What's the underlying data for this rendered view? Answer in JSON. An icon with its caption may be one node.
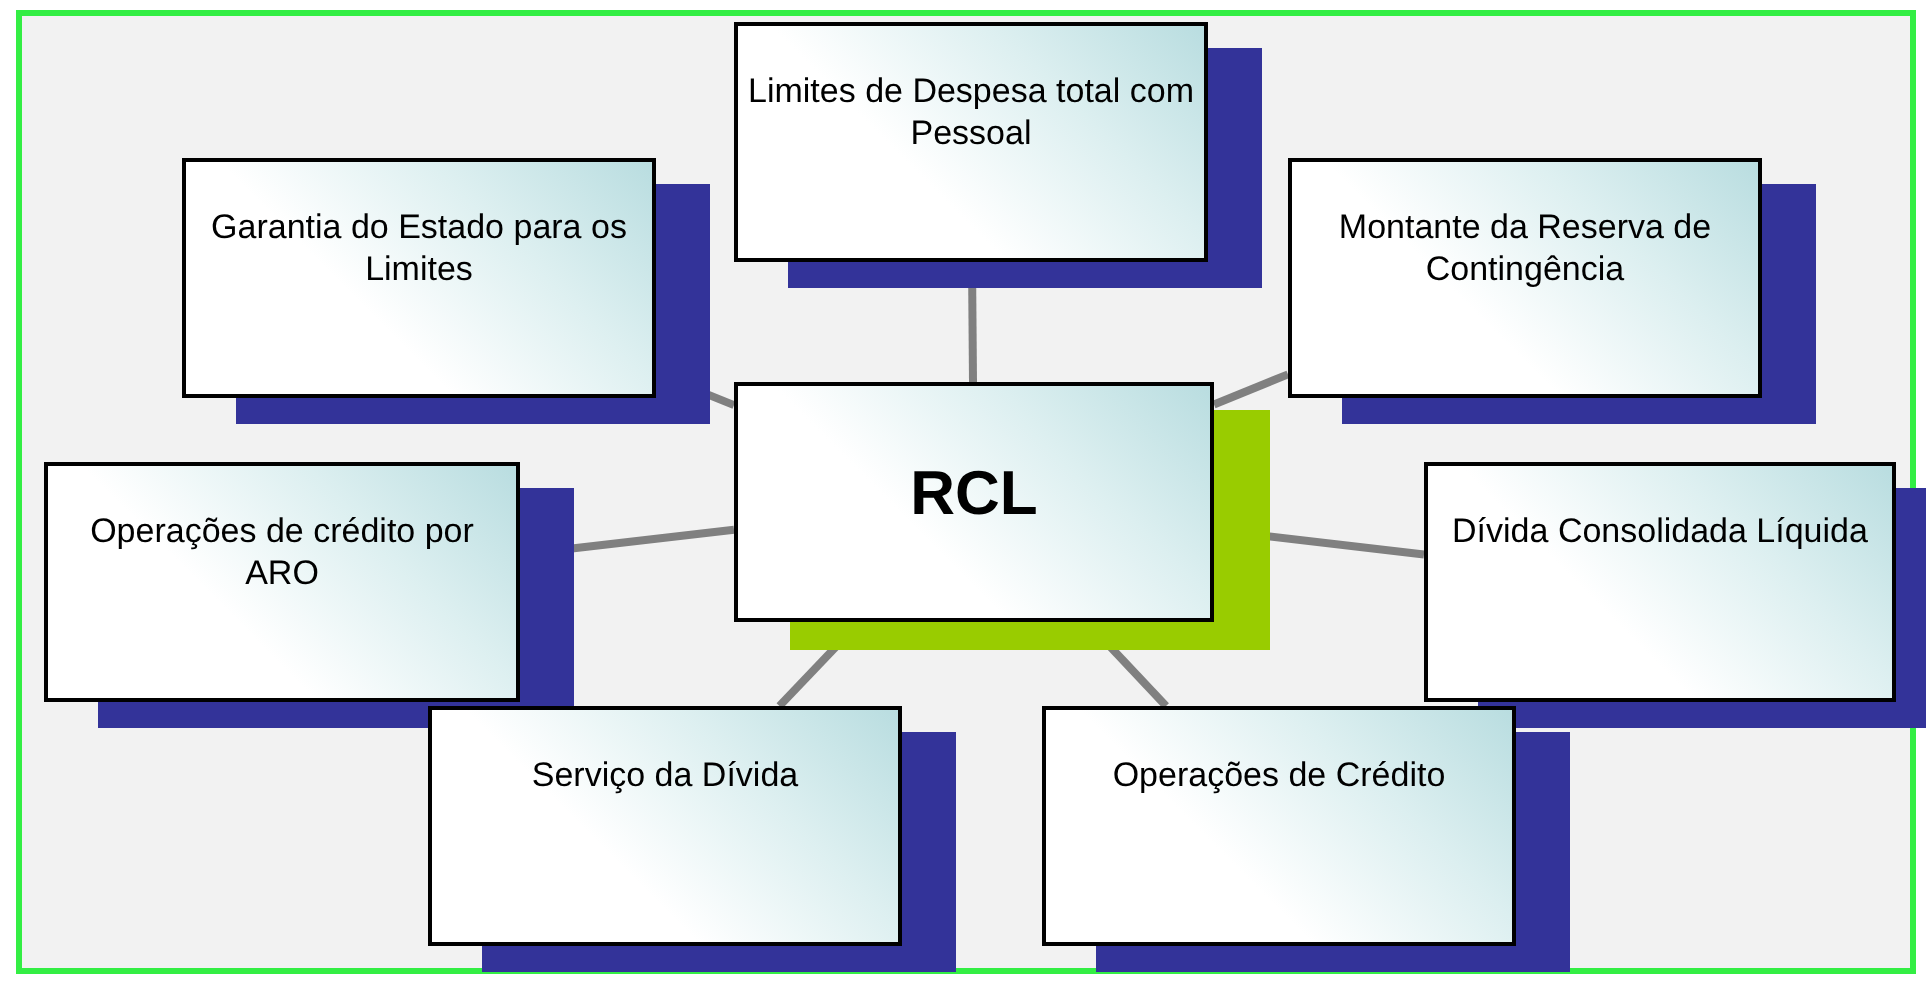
{
  "diagram": {
    "nodes": [
      {
        "text": [
          "RCL"
        ]
      },
      {
        "text": [
          "Limites de Despesa total com Pessoal"
        ]
      },
      {
        "text": [
          "Garantia do Estado para os Limites"
        ]
      },
      {
        "text": [
          "Montante da Reserva de Contingência"
        ]
      },
      {
        "text": [
          "Operações de crédito por ARO"
        ]
      },
      {
        "text": [
          "Dívida Consolidada Líquida"
        ]
      },
      {
        "text": [
          "Serviço da Dívida"
        ]
      },
      {
        "text": [
          "Operações de Crédito"
        ]
      }
    ],
    "edges": [
      {
        "from": 0,
        "to": 1,
        "arrow": "none"
      },
      {
        "from": 0,
        "to": 2,
        "arrow": "none"
      },
      {
        "from": 0,
        "to": 3,
        "arrow": "none"
      },
      {
        "from": 0,
        "to": 4,
        "arrow": "none"
      },
      {
        "from": 0,
        "to": 5,
        "arrow": "none"
      },
      {
        "from": 0,
        "to": 6,
        "arrow": "none"
      },
      {
        "from": 0,
        "to": 7,
        "arrow": "none"
      }
    ]
  }
}
